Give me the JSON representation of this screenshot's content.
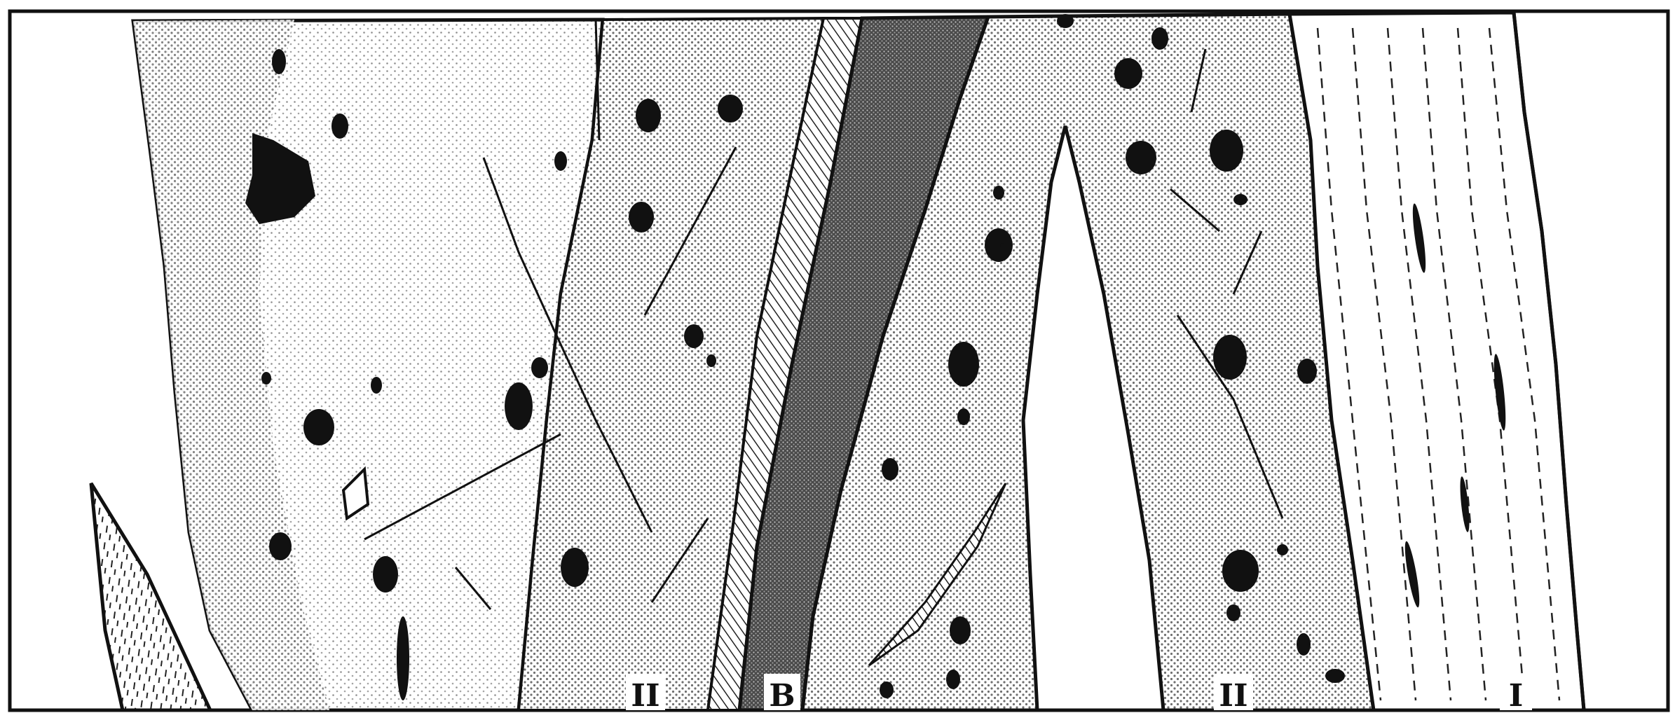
{
  "figure": {
    "labels": {
      "unit_left": "II",
      "band": "B",
      "unit_right": "II",
      "unit_far_right": "I"
    },
    "colors": {
      "ink": "#111111",
      "stipple_light": "#cfcfcf",
      "stipple_dense": "#8a8a8a",
      "band_dark": "#3c3c3c",
      "background": "#ffffff"
    }
  }
}
